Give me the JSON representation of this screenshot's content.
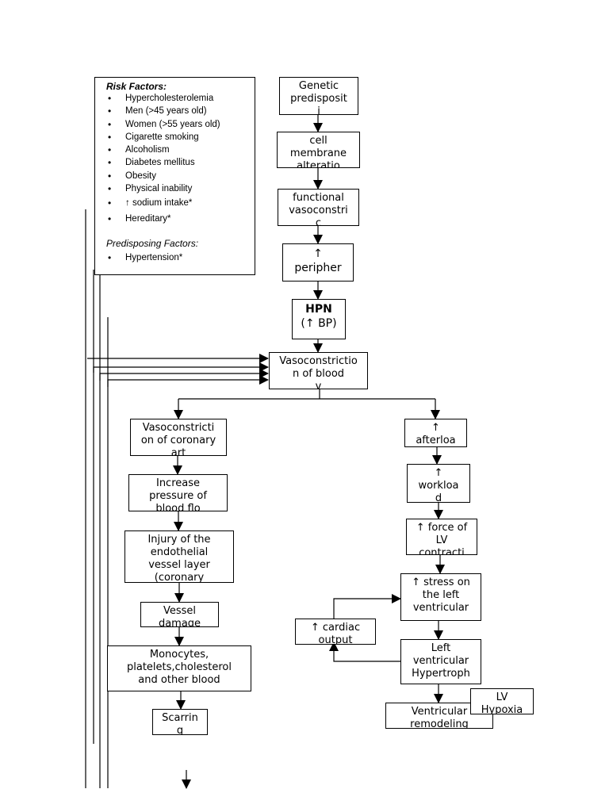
{
  "risk_panel": {
    "risk_title": "Risk Factors:",
    "risk_items": [
      "Hypercholesterolemia",
      "Men (>45 years old)",
      "Women (>55 years old)",
      "Cigarette smoking",
      "Alcoholism",
      "Diabetes mellitus",
      "Obesity",
      "Physical inability",
      "↑ sodium intake*",
      "Hereditary*"
    ],
    "predisposing_title": "Predisposing Factors:",
    "predisposing_items": [
      "Hypertension*"
    ]
  },
  "nodes": {
    "genetic": "Genetic\npredisposit\ni",
    "cell_membrane": "cell\nmembrane\nalteratio",
    "functional": "functional\nvasoconstri\nc",
    "peripheral": "↑\nperipher",
    "hpn_title": "HPN",
    "hpn_sub": "(↑ BP)",
    "vasoconstriction_blood": "Vasoconstrictio\nn of blood\nv",
    "vasoconstriction_coronary": "Vasoconstricti\non of coronary\nart",
    "increase_pressure": "Increase\npressure of\nblood flo",
    "injury": "Injury of the\nendothelial\nvessel layer\n(coronary",
    "vessel_damage": "Vessel\ndamage",
    "monocytes": "Monocytes,\nplatelets,cholesterol\nand other blood",
    "scarring": "Scarrin\ng",
    "afterload": "↑\nafterloa",
    "workload": "↑\nworkloa\nd",
    "force": "↑ force of\nLV\ncontracti",
    "stress": "↑ stress on\nthe left\nventricular",
    "cardiac_output": "↑ cardiac\noutput",
    "lvh": "Left\nventricular\nHypertroph",
    "remodeling": "Ventricular\nremodeling",
    "lv_hypoxia": "LV\nHypoxia"
  }
}
